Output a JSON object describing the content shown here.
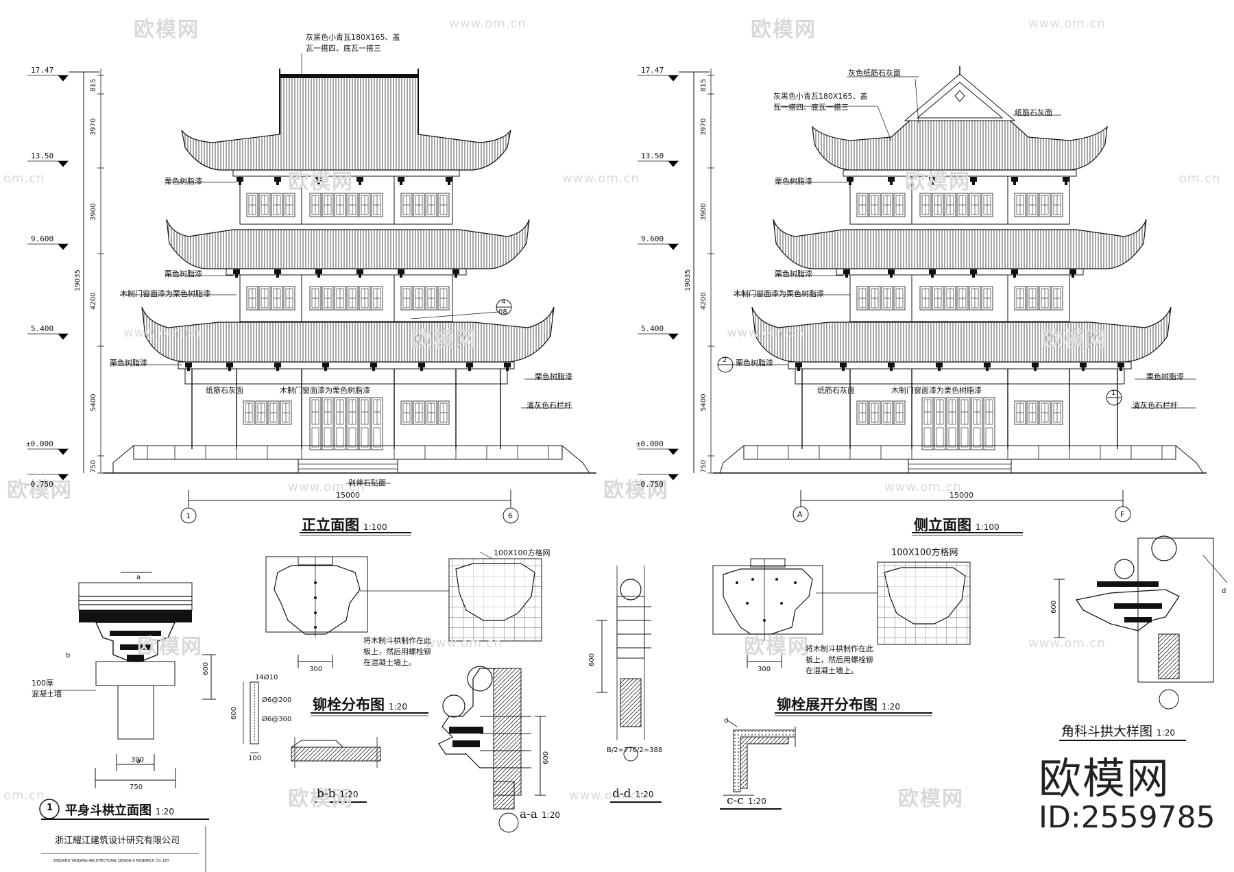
{
  "watermark": {
    "brand": "欧模网",
    "url": "www.om.cn",
    "url_short": "om.cn",
    "logo_text": "欧模网",
    "id_text": "ID:2559785"
  },
  "front_elevation": {
    "title": "正立面图",
    "scale": "1:100",
    "roof_note_line1": "灰黑色小青瓦180X165、盖",
    "roof_note_line2": "瓦一搭四、底瓦一搭三",
    "paint1": "栗色树脂漆",
    "paint2": "栗色树脂漆",
    "paint3": "木制门窗面漆为栗色树脂漆",
    "paint4": "栗色树脂漆",
    "paint5": "栗色树脂漆",
    "wall_finish": "纸筋石灰面",
    "door_note": "木制门窗面漆为栗色树脂漆",
    "rail_note": "清灰色石栏杆",
    "base_note": "剁斧石贴面",
    "callout_num": "4",
    "callout_sheet": "08",
    "width_dim": "15000",
    "axis_left": "1",
    "axis_right": "6"
  },
  "side_elevation": {
    "title": "侧立面图",
    "scale": "1:100",
    "gable_note": "灰色纸筋石灰面",
    "roof_note_line1": "灰黑色小青瓦180X165、盖",
    "roof_note_line2": "瓦一搭四、底瓦一搭三",
    "gable_wall": "纸筋石灰面",
    "paint1": "栗色树脂漆",
    "paint2": "栗色树脂漆",
    "paint3": "木制门窗面漆为栗色树脂漆",
    "paint4": "栗色树脂漆",
    "paint5": "栗色树脂漆",
    "wall_finish": "纸筋石灰面",
    "door_note": "木制门窗面漆为栗色树脂漆",
    "rail_note": "清灰色石栏杆",
    "callout_a": "2",
    "callout_b": "1",
    "width_dim": "15000",
    "axis_left": "A",
    "axis_right": "F"
  },
  "levels": [
    "17.47",
    "13.50",
    "9.600",
    "5.400",
    "±0.000",
    "-0.750"
  ],
  "segments": [
    "815",
    "3970",
    "3900",
    "4200",
    "5400",
    "750"
  ],
  "total_height": "19035",
  "bracket_elevation": {
    "num": "1",
    "title": "平身斗栱立面图",
    "scale": "1:20",
    "wall_note_line1": "100厚",
    "wall_note_line2": "混凝土墙",
    "dim_300": "300",
    "dim_750": "750",
    "dim_600": "600",
    "mark_b": "b",
    "mark_a": "a",
    "rebar1": "14Ø10",
    "rebar2": "Ø6@200",
    "rebar3": "Ø6@300",
    "rebar_h": "600",
    "rebar_w": "100"
  },
  "bolt_layout": {
    "title": "铆栓分布图",
    "scale": "1:20",
    "grid_note": "100X100方格网",
    "note_line1": "将木制斗栱制作在此",
    "note_line2": "板上，然后用螺栓铆",
    "note_line3": "在混凝土墙上。",
    "dim_300": "300"
  },
  "section_bb": {
    "title": "b-b",
    "scale": "1:20"
  },
  "section_aa": {
    "title": "a-a",
    "scale": "1:20",
    "dim": "600"
  },
  "section_dd": {
    "title": "d-d",
    "scale": "1:20",
    "dim": "600",
    "formula": "B/2=776/2=388"
  },
  "bolt_unfold": {
    "title": "铆栓展开分布图",
    "scale": "1:20",
    "grid_note": "100X100方格网",
    "note_line1": "将木制斗栱制作在此",
    "note_line2": "板上，然后用螺栓铆",
    "note_line3": "在混凝土墙上。",
    "dim_300": "300"
  },
  "section_cc": {
    "title": "c-c",
    "scale": "1:20",
    "mark": "d"
  },
  "corner_bracket": {
    "title": "角科斗拱大样图",
    "scale": "1:20",
    "dim": "600",
    "mark": "d"
  },
  "company": {
    "name": "浙江耀江建筑设计研究有限公司",
    "name_en": "ZHEJIANG YAOJIANG ARCHITECTURAL DESIGN & RESEARCH CO.,LTD"
  }
}
